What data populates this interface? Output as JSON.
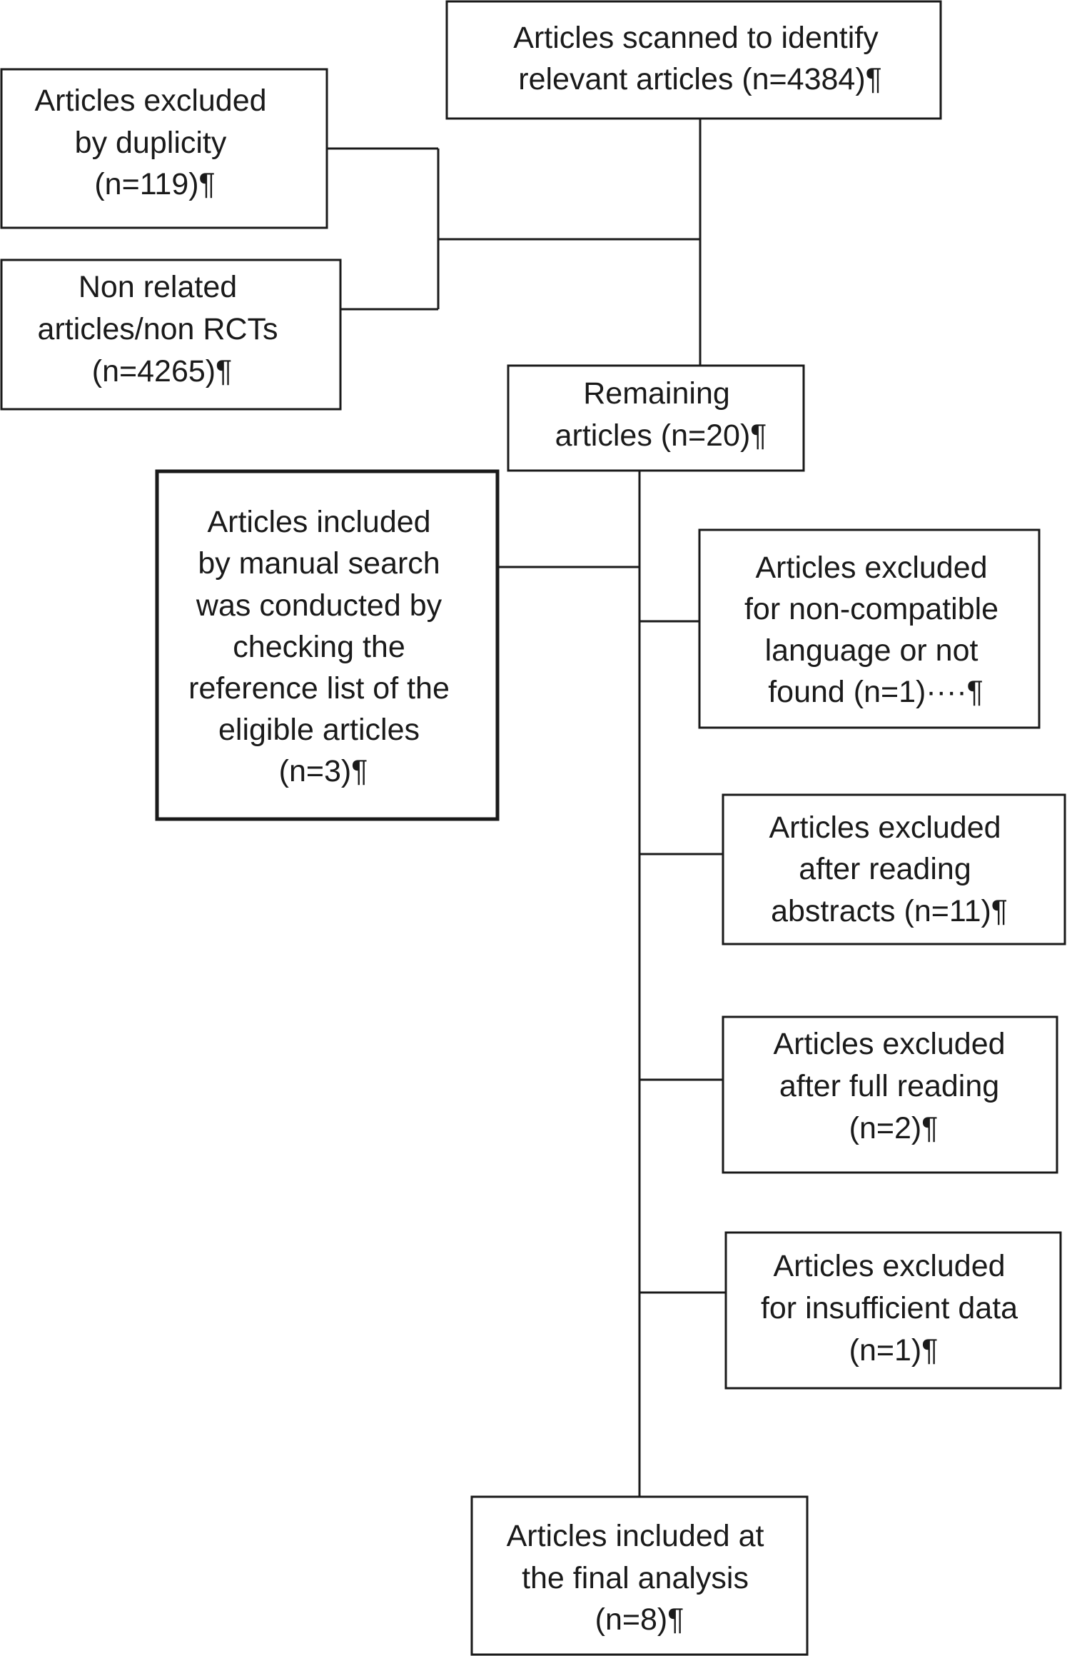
{
  "boxes": {
    "scanned": [
      "Articles scanned to identify",
      "relevant articles (n=4384)¶"
    ],
    "duplicity": [
      "Articles excluded",
      "by duplicity",
      "(n=119)¶"
    ],
    "non_related": [
      "Non related",
      "articles/non RCTs",
      "(n=4265)¶"
    ],
    "remaining": [
      "Remaining",
      "articles (n=20)¶"
    ],
    "manual_search": [
      "Articles included",
      "by manual search",
      "was conducted by",
      "checking the",
      "reference list of the",
      "eligible articles",
      "(n=3)¶"
    ],
    "non_compatible": [
      "Articles excluded",
      "for non-compatible",
      "language or not",
      "found (n=1)····¶"
    ],
    "abstracts": [
      "Articles excluded",
      "after reading",
      "abstracts (n=11)¶"
    ],
    "full_reading": [
      "Articles excluded",
      "after full reading",
      "(n=2)¶"
    ],
    "insufficient": [
      "Articles excluded",
      "for insufficient data",
      "(n=1)¶"
    ],
    "final": [
      "Articles included at",
      "the final analysis",
      "(n=8)¶"
    ]
  }
}
